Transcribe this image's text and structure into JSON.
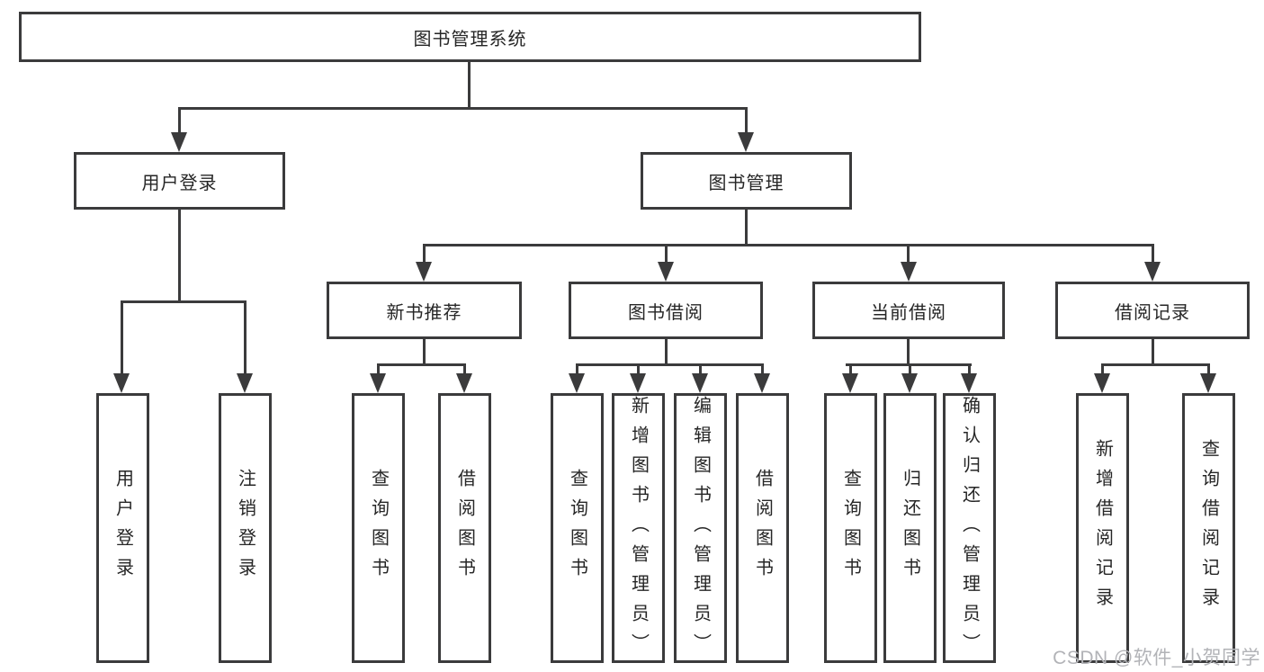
{
  "colors": {
    "line": "#3b3b3c",
    "text": "#262626",
    "watermark_color": "#b2b3b7",
    "background": "#ffffff"
  },
  "watermark": {
    "text": "CSDN @软件_小贺同学"
  },
  "tree": {
    "root": "图书管理系统",
    "children": [
      {
        "label": "用户登录",
        "children": [
          "用户登录",
          "注销登录"
        ]
      },
      {
        "label": "图书管理",
        "children": [
          {
            "label": "新书推荐",
            "children": [
              "查询图书",
              "借阅图书"
            ]
          },
          {
            "label": "图书借阅",
            "children": [
              "查询图书",
              "新增图书（管理员）",
              "编辑图书（管理员）",
              "借阅图书"
            ]
          },
          {
            "label": "当前借阅",
            "children": [
              "查询图书",
              "归还图书",
              "确认归还（管理员）"
            ]
          },
          {
            "label": "借阅记录",
            "children": [
              "新增借阅记录",
              "查询借阅记录"
            ]
          }
        ]
      }
    ]
  }
}
